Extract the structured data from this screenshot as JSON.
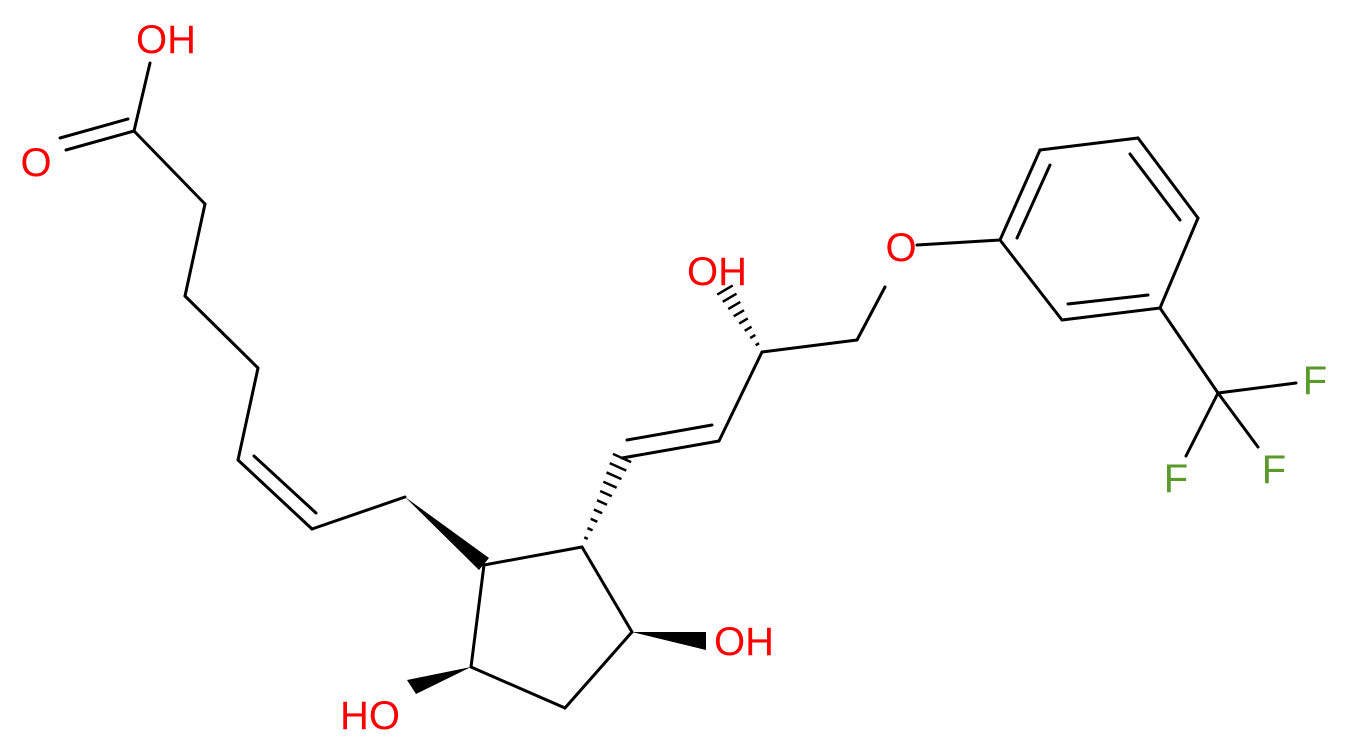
{
  "colors": {
    "bond": "#000000",
    "oxygen": "#ff0000",
    "fluorine": "#5a9a2a"
  },
  "labels": {
    "acid_oh": "OH",
    "acid_o": "O",
    "side_oh": "OH",
    "ether_o": "O",
    "f_right": "F",
    "f_lower_right": "F",
    "f_lower_left": "F",
    "ring_oh_right": "OH",
    "ring_oh_left": "HO"
  }
}
